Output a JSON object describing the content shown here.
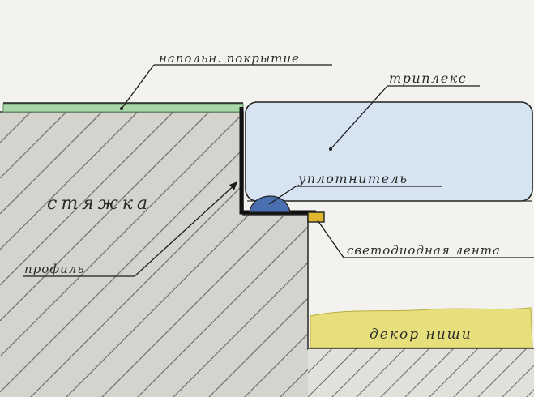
{
  "labels": {
    "floor_covering": "напольн. покрытие",
    "triplex": "триплекс",
    "sealant": "уплотнитель",
    "screed": "стяжка",
    "profile": "профиль",
    "led_strip": "светодиодная лента",
    "niche_decor": "декор ниши"
  },
  "colors": {
    "paper": "#f3f2ee",
    "screed_fill": "#d4d3cd",
    "hatch": "#6f6f6f",
    "floor_covering": "#a9d6a9",
    "glass": "#d6e3f1",
    "sealant": "#4a6fb0",
    "led": "#e0b62c",
    "decor": "#e6df7c",
    "ink": "#1c1c1c"
  }
}
